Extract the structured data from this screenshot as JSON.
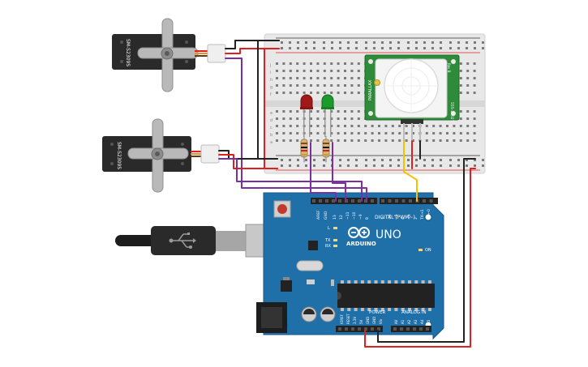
{
  "servo_top": {
    "model": "SM-S2309S"
  },
  "servo_bottom": {
    "model": "SM-S2309S"
  },
  "breadboard": {
    "row_labels_top": [
      "j",
      "i",
      "h",
      "g",
      "f"
    ],
    "row_labels_bottom": [
      "e",
      "d",
      "c",
      "b",
      "a"
    ]
  },
  "pir": {
    "brand": "PARALLAX",
    "part": "555-28027",
    "rev": "Rev B"
  },
  "arduino": {
    "name": "UNO",
    "brand": "ARDUINO",
    "digital_header": "DIGITAL (PWM~)",
    "power_header": "POWER",
    "analog_header": "ANALOG IN",
    "aref": "AREF",
    "gnd": "GND",
    "pins_digital": [
      "13",
      "12",
      "~11",
      "~10",
      "~9",
      "8",
      "7",
      "~6",
      "~5",
      "4",
      "~3",
      "2",
      "TX→1",
      "RX←0"
    ],
    "pins_power": [
      "IOREF",
      "RESET",
      "3.3V",
      "5V",
      "GND",
      "GND",
      "Vin"
    ],
    "pins_analog": [
      "A0",
      "A1",
      "A2",
      "A3",
      "A4",
      "A5"
    ],
    "led_l": "L",
    "led_tx": "TX",
    "led_rx": "RX",
    "led_on": "ON"
  },
  "colors": {
    "board_blue": "#1f6fa8",
    "wire_purple": "#7b2fa0",
    "wire_red": "#e02020",
    "wire_black": "#222222",
    "wire_yellow": "#f2c300",
    "pir_green": "#2e8b3a",
    "led_red": "#a01818",
    "led_green": "#1c9a2c"
  }
}
